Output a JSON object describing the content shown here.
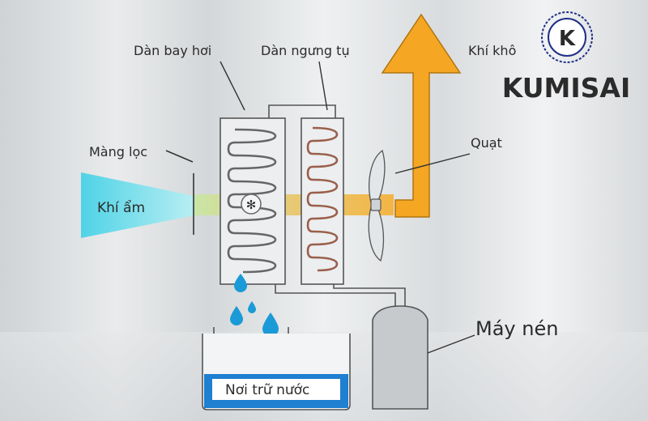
{
  "labels": {
    "evaporator": "Dàn bay hơi",
    "condenser": "Dàn ngưng tụ",
    "dry_air": "Khí khô",
    "fan": "Quạt",
    "filter": "Màng lọc",
    "humid_air": "Khí ẩm",
    "compressor": "Máy nén",
    "water_tank": "Nơi trữ nước"
  },
  "brand": {
    "name": "KUMISAI",
    "emblem_letter": "K"
  },
  "colors": {
    "arrow_orange": "#f5a623",
    "humid_air_cyan": "#4fd3e6",
    "brand_navy": "#1f2f86",
    "water_blue": "#1a9ad6",
    "outline": "#555555"
  },
  "icons": {
    "fan": "fan-icon",
    "water_drop": "water-drop-icon",
    "snowflake": "snowflake-icon"
  }
}
